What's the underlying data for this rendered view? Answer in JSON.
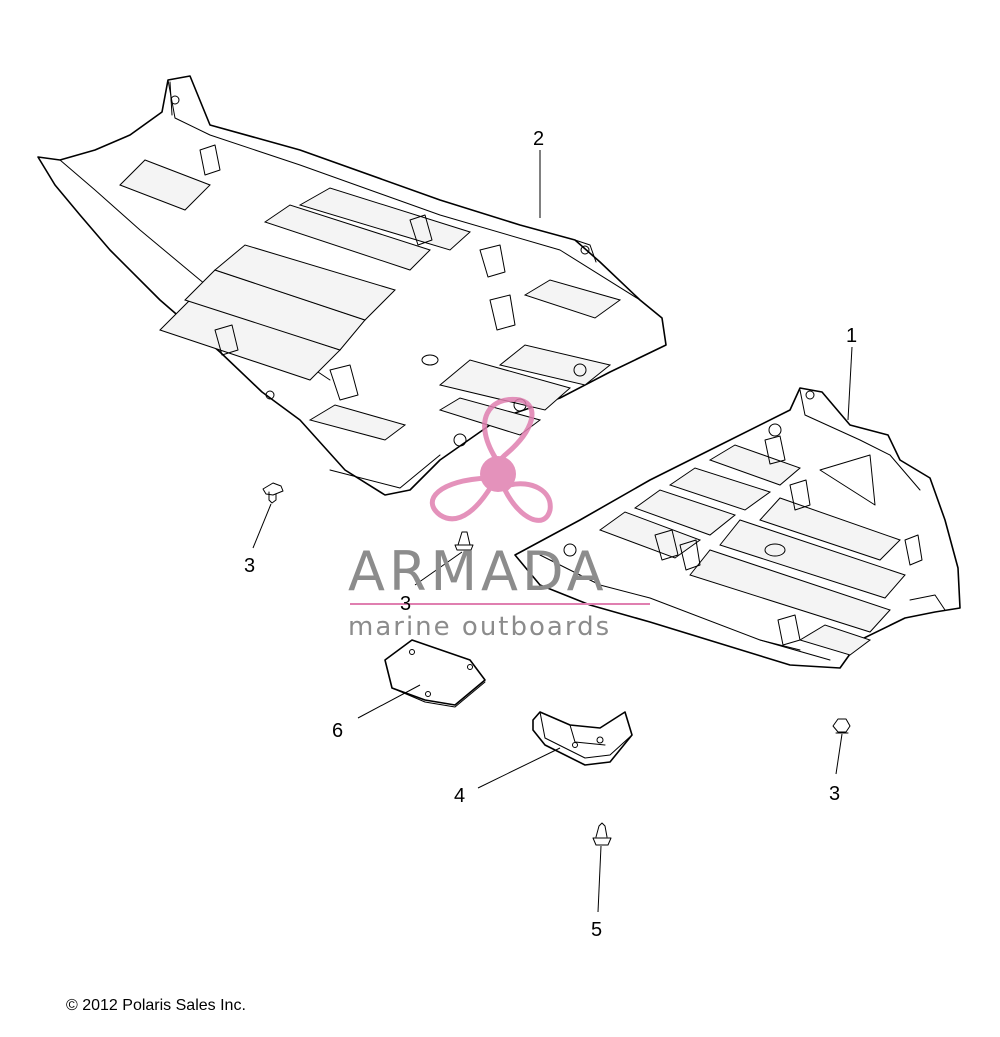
{
  "callouts": {
    "c1": "1",
    "c2": "2",
    "c3a": "3",
    "c3b": "3",
    "c3c": "3",
    "c4": "4",
    "c5": "5",
    "c6": "6"
  },
  "watermark": {
    "brand": "ARMADA",
    "tagline": "marine outboards",
    "brand_color": "#e07fb0",
    "text_color": "#8c8c8c"
  },
  "copyright": "© 2012 Polaris Sales Inc."
}
